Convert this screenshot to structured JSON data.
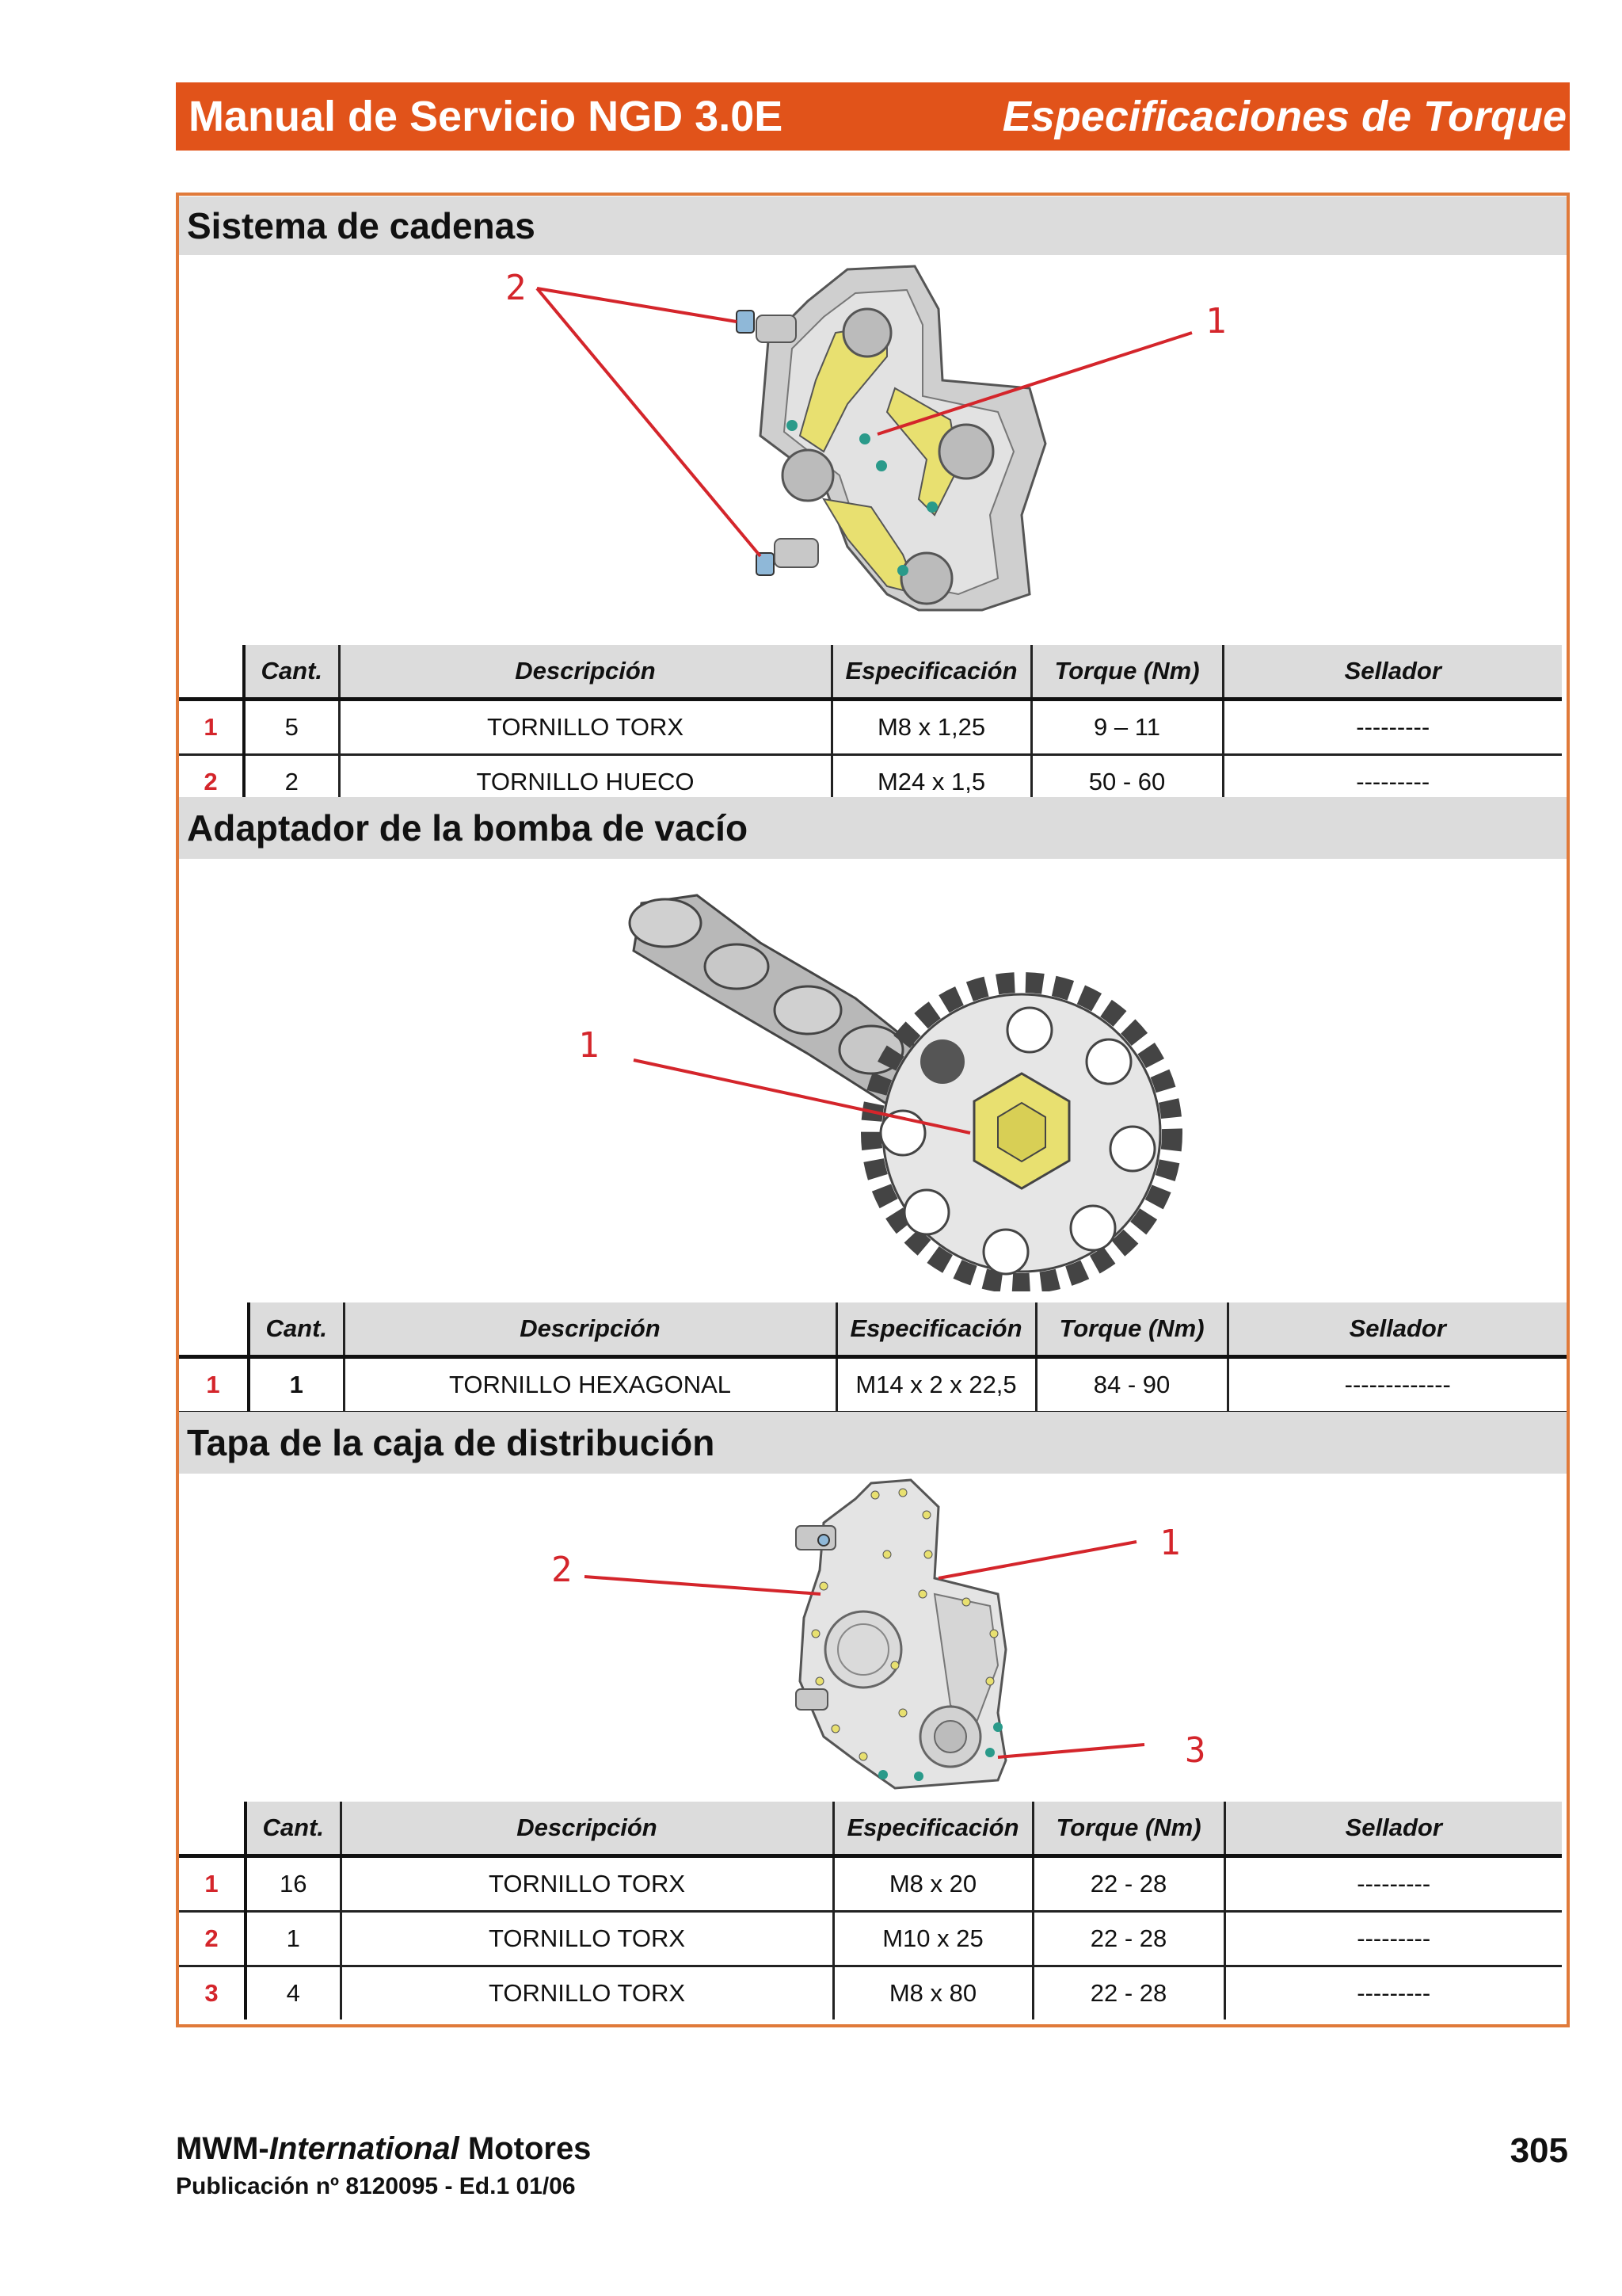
{
  "header": {
    "title_left": "Manual de Servicio NGD 3.0E",
    "title_right": "Especificaciones de Torque"
  },
  "columns": [
    "Cant.",
    "Descripción",
    "Especificación",
    "Torque (Nm)",
    "Sellador"
  ],
  "sections": [
    {
      "title": "Sistema  de  cadenas",
      "callouts": [
        "2",
        "1"
      ],
      "rows": [
        {
          "idx": "1",
          "cant": "5",
          "desc": "TORNILLO TORX",
          "spec": "M8 x 1,25",
          "torque": "9 – 11",
          "sellador": "---------"
        },
        {
          "idx": "2",
          "cant": "2",
          "desc": "TORNILLO HUECO",
          "spec": "M24 x 1,5",
          "torque": "50 - 60",
          "sellador": "---------"
        }
      ]
    },
    {
      "title": "Adaptador  de  la  bomba  de  vacío",
      "callouts": [
        "1"
      ],
      "rows": [
        {
          "idx": "1",
          "cant": "1",
          "desc": "TORNILLO HEXAGONAL",
          "spec": "M14 x 2 x 22,5",
          "torque": "84 - 90",
          "sellador": "-------------"
        }
      ]
    },
    {
      "title": "Tapa  de  la  caja  de  distribución",
      "callouts": [
        "1",
        "2",
        "3"
      ],
      "rows": [
        {
          "idx": "1",
          "cant": "16",
          "desc": "TORNILLO TORX",
          "spec": "M8 x 20",
          "torque": "22 - 28",
          "sellador": "---------"
        },
        {
          "idx": "2",
          "cant": "1",
          "desc": "TORNILLO TORX",
          "spec": "M10 x 25",
          "torque": "22 - 28",
          "sellador": "---------"
        },
        {
          "idx": "3",
          "cant": "4",
          "desc": "TORNILLO TORX",
          "spec": "M8 x 80",
          "torque": "22 - 28",
          "sellador": "---------"
        }
      ]
    }
  ],
  "footer": {
    "brand_prefix": "MWM-",
    "brand_italic": "International",
    "brand_suffix": " Motores",
    "publication": "Publicación nº 8120095 - Ed.1 01/06",
    "page_number": "305"
  }
}
